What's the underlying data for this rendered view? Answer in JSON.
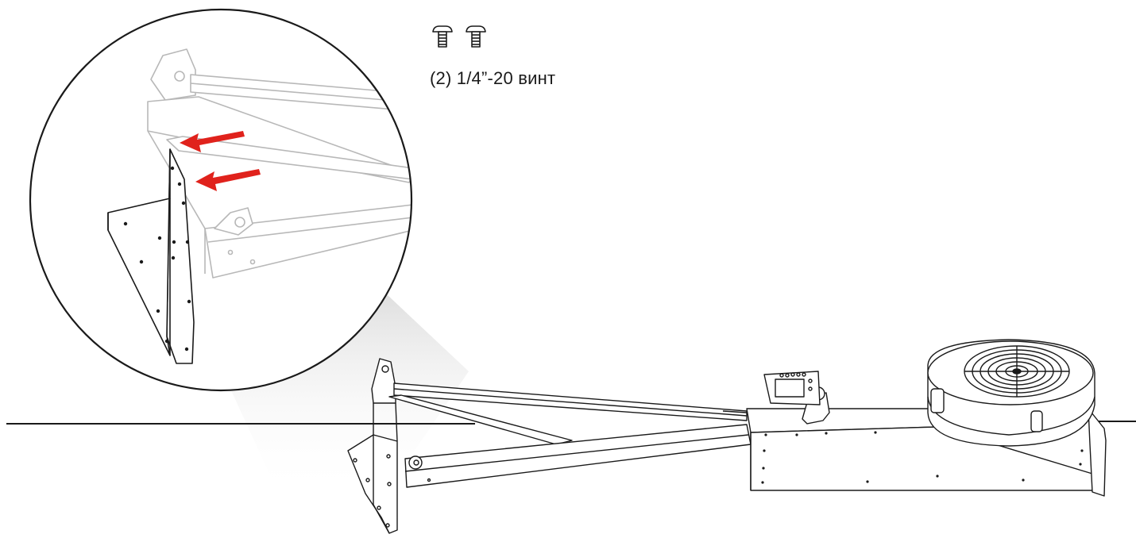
{
  "hardware": {
    "label": "(2) 1/4”-20 винт",
    "quantity": 2,
    "icon": "screw-icon"
  },
  "callout": {
    "arrow_color": "#e0221c",
    "arrow_count": 2,
    "icon": "arrow-icon"
  },
  "colors": {
    "line": "#1a1a1a",
    "faded_line": "#b8b8b8",
    "highlight": "#e0221c"
  }
}
